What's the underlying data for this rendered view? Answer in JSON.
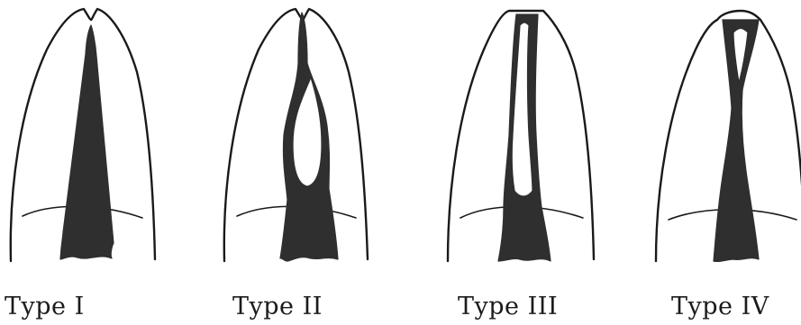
{
  "figure": {
    "types": [
      {
        "label": "Type I"
      },
      {
        "label": "Type II"
      },
      {
        "label": "Type III"
      },
      {
        "label": "Type IV"
      }
    ]
  }
}
